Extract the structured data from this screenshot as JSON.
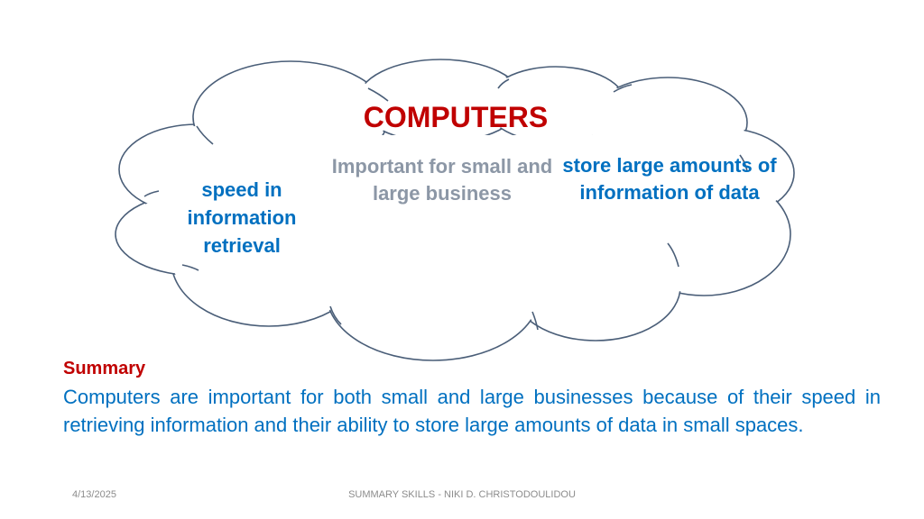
{
  "cloud": {
    "title": "COMPUTERS",
    "center_text": "Important for small and large business",
    "left_text": "speed in information retrieval",
    "right_text": "store large amounts of information of data",
    "outline_color": "#4a5e78"
  },
  "summary": {
    "heading": "Summary",
    "body": "Computers are important for both small and large businesses because of their speed in retrieving information and their ability to store large amounts of data in small spaces."
  },
  "footer": {
    "date": "4/13/2025",
    "center": "SUMMARY SKILLS  -  NIKI D. CHRISTODOULIDOU"
  },
  "colors": {
    "title_red": "#c00000",
    "text_blue": "#0070c0",
    "text_gray": "#8c97a6"
  }
}
